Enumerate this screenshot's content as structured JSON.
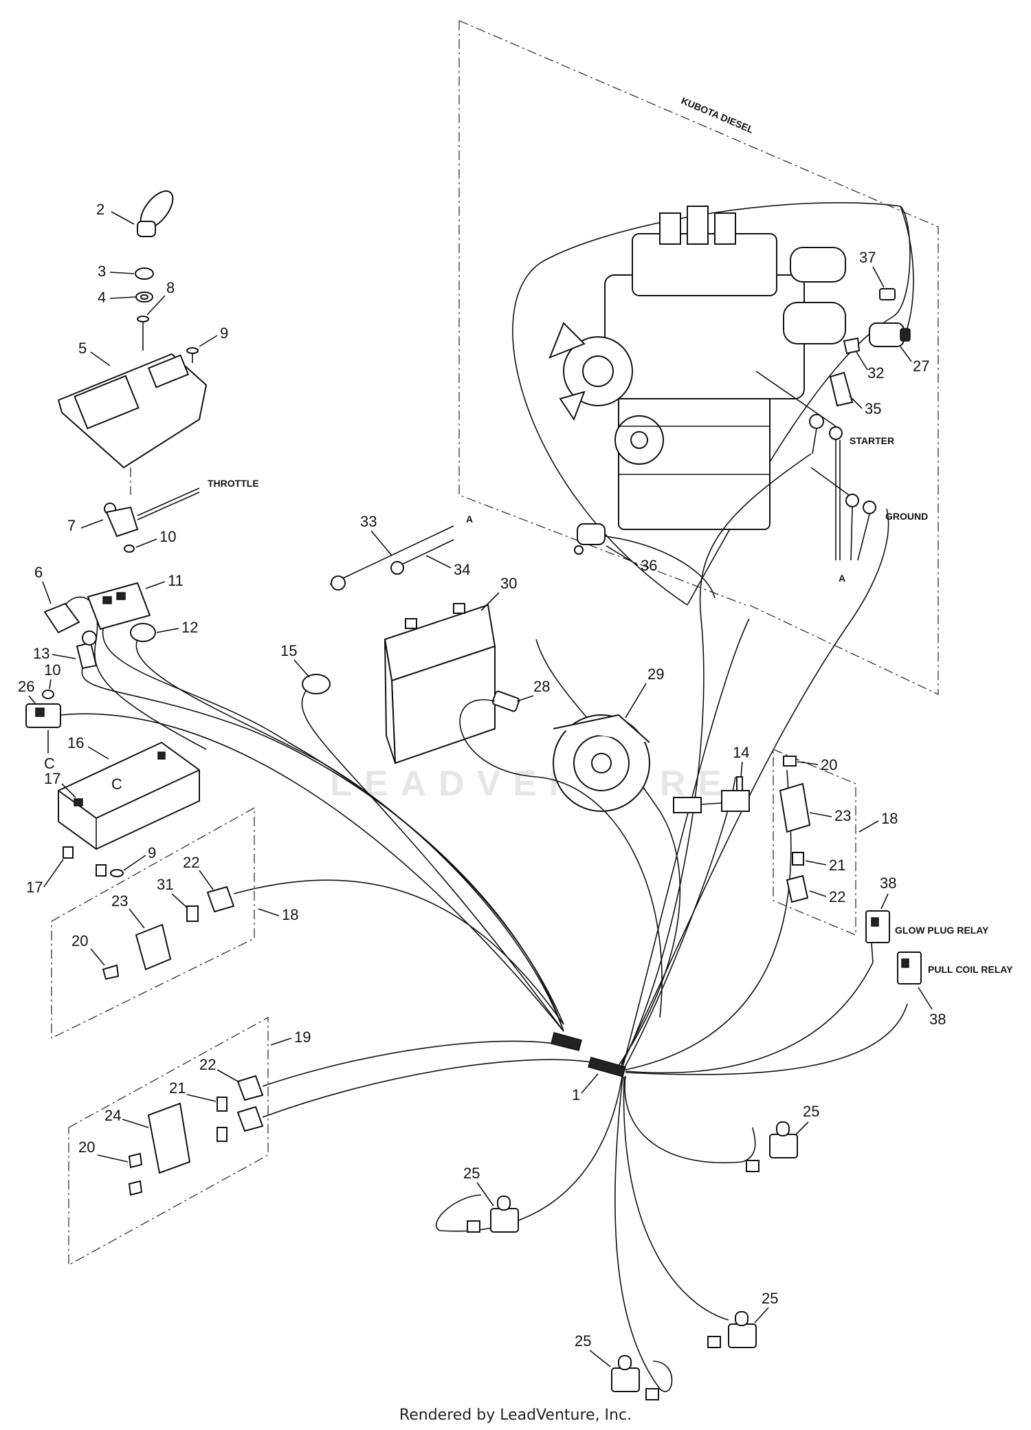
{
  "section_labels": {
    "engine": "KUBOTA DIESEL",
    "throttle": "THROTTLE",
    "starter": "STARTER",
    "ground": "GROUND",
    "glow_plug_relay": "GLOW PLUG RELAY",
    "pull_coil_relay": "PULL COIL RELAY",
    "ref_a": "A",
    "ref_c": "C"
  },
  "callouts": {
    "c1": "1",
    "c2": "2",
    "c3": "3",
    "c4": "4",
    "c5": "5",
    "c6": "6",
    "c7": "7",
    "c8": "8",
    "c9": "9",
    "c10": "10",
    "c11": "11",
    "c12": "12",
    "c13": "13",
    "c14": "14",
    "c15": "15",
    "c16": "16",
    "c17": "17",
    "c18": "18",
    "c19": "19",
    "c20": "20",
    "c21": "21",
    "c22": "22",
    "c23": "23",
    "c24": "24",
    "c25": "25",
    "c26": "26",
    "c27": "27",
    "c28": "28",
    "c29": "29",
    "c30": "30",
    "c31": "31",
    "c32": "32",
    "c33": "33",
    "c34": "34",
    "c35": "35",
    "c36": "36",
    "c37": "37",
    "c38": "38"
  },
  "watermark": "LEADVENTURE",
  "footer": "Rendered by LeadVenture, Inc."
}
